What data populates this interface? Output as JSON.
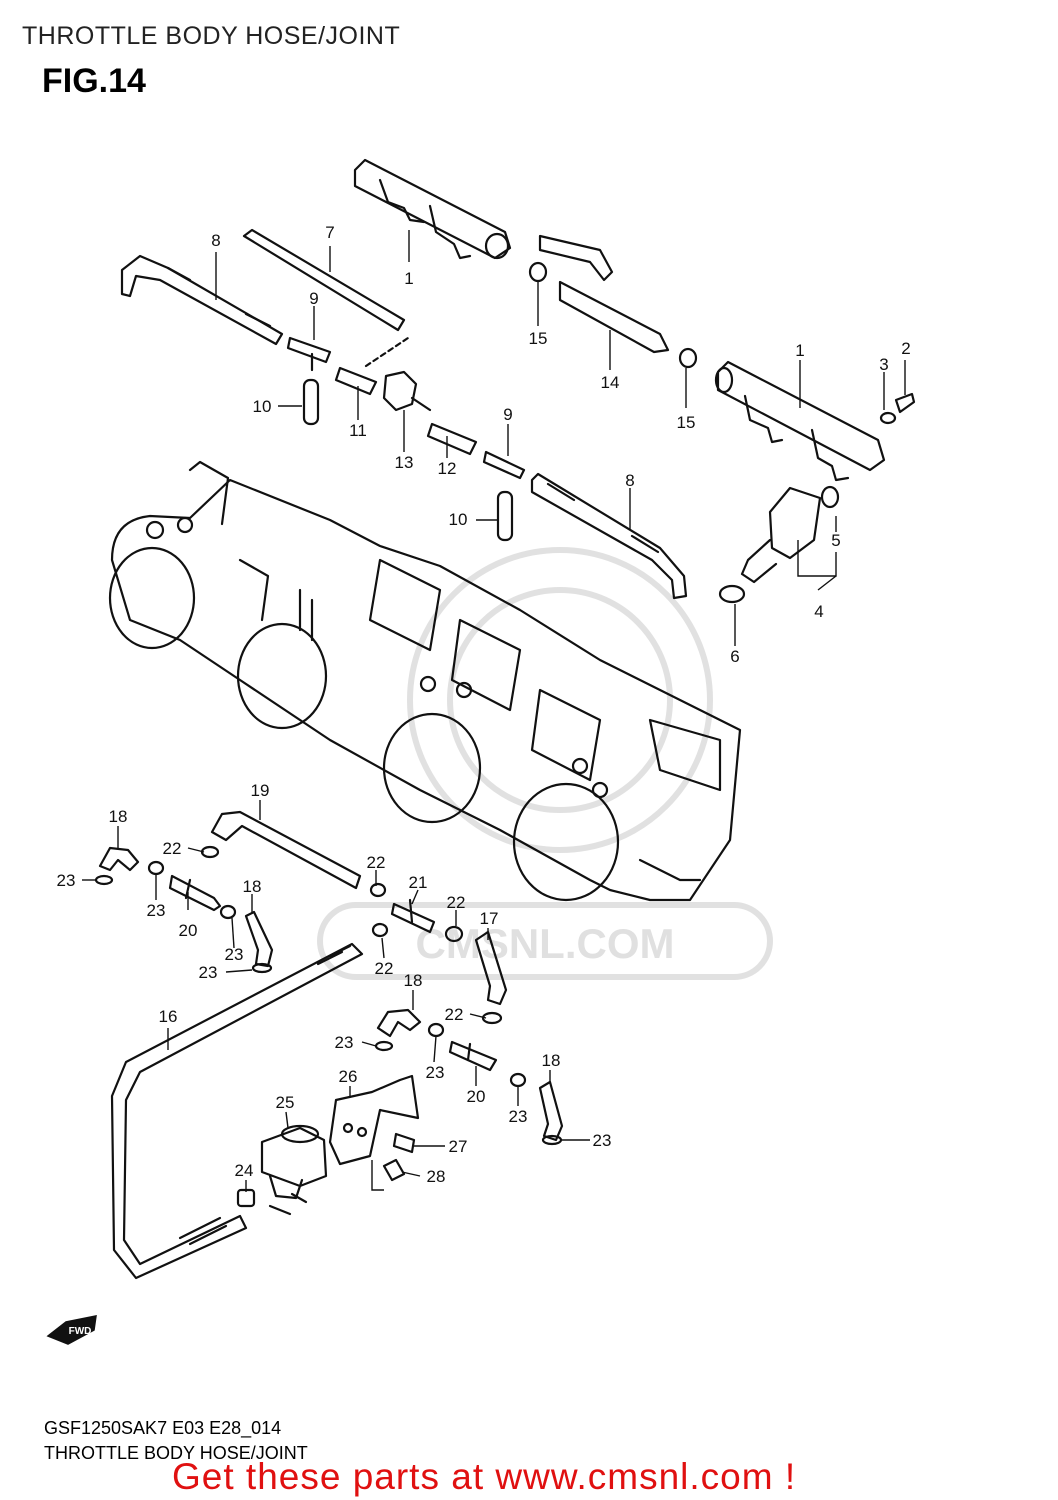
{
  "header": {
    "title": "THROTTLE BODY HOSE/JOINT"
  },
  "figure": {
    "label": "FIG.14"
  },
  "watermark": {
    "text": "CMSNL.COM"
  },
  "footer": {
    "code": "GSF1250SAK7 E03 E28_014",
    "title": "THROTTLE BODY HOSE/JOINT",
    "promo": "Get these parts at www.cmsnl.com !"
  },
  "fwd_label": "FWD",
  "colors": {
    "promo": "#e01010",
    "ink": "#111111",
    "watermark": "#cccccc"
  },
  "callouts": [
    "1",
    "1",
    "2",
    "3",
    "4",
    "5",
    "6",
    "7",
    "8",
    "8",
    "9",
    "9",
    "10",
    "10",
    "11",
    "12",
    "13",
    "14",
    "15",
    "15",
    "16",
    "17",
    "18",
    "18",
    "18",
    "18",
    "19",
    "20",
    "20",
    "21",
    "22",
    "22",
    "22",
    "22",
    "22",
    "23",
    "23",
    "23",
    "23",
    "23",
    "23",
    "23",
    "23",
    "24",
    "25",
    "26",
    "27",
    "28"
  ]
}
